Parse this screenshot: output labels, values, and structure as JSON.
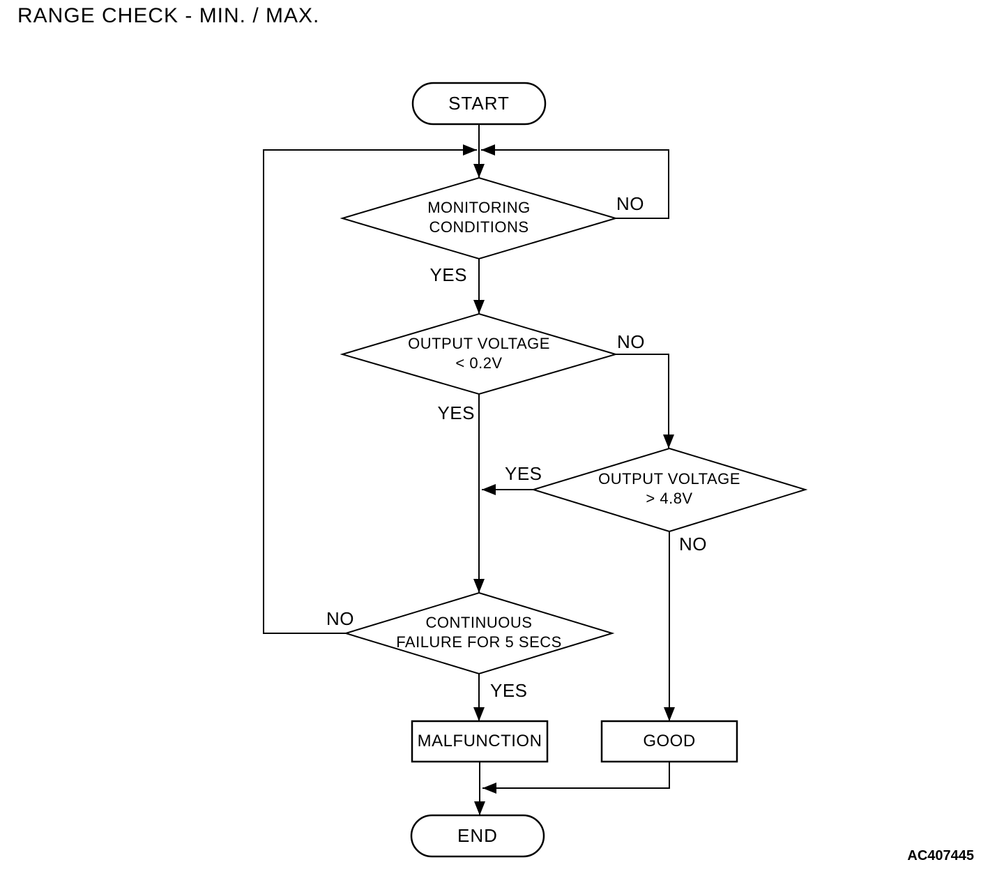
{
  "page": {
    "title": "RANGE CHECK - MIN. / MAX.",
    "figure_code": "AC407445"
  },
  "colors": {
    "line": "#000000",
    "background": "#ffffff"
  },
  "flowchart": {
    "start": {
      "label": "START"
    },
    "decisions": {
      "monitoring": {
        "line1": "MONITORING",
        "line2": "CONDITIONS",
        "yes": "YES",
        "no": "NO"
      },
      "voltage_low": {
        "line1": "OUTPUT VOLTAGE",
        "line2": "< 0.2V",
        "yes": "YES",
        "no": "NO"
      },
      "voltage_high": {
        "line1": "OUTPUT VOLTAGE",
        "line2": "> 4.8V",
        "yes": "YES",
        "no": "NO"
      },
      "continuous_failure": {
        "line1": "CONTINUOUS",
        "line2": "FAILURE FOR 5 SECS",
        "yes": "YES",
        "no": "NO"
      }
    },
    "results": {
      "malfunction": {
        "label": "MALFUNCTION"
      },
      "good": {
        "label": "GOOD"
      }
    },
    "end": {
      "label": "END"
    }
  }
}
